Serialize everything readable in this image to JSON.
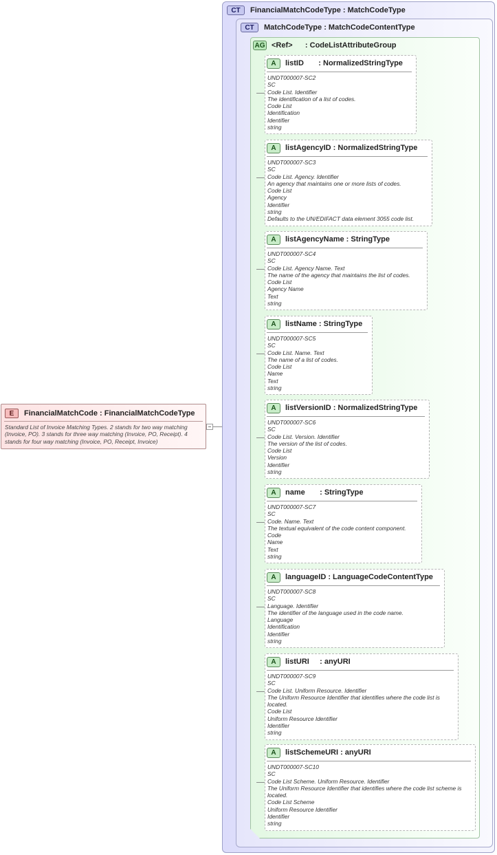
{
  "element": {
    "badge": "E",
    "title": "FinancialMatchCode : FinancialMatchCodeType",
    "doc": "Standard List of Invoice Matching Types. 2 stands for two way matching (Invoice, PO). 3 stands for three way matching (Invoice, PO, Receipt). 4 stands for four way matching (Invoice, PO, Receipt, Invoice)"
  },
  "outer_type": {
    "badge": "CT",
    "title": "FinancialMatchCodeType : MatchCodeType"
  },
  "inner_type": {
    "badge": "CT",
    "title": "MatchCodeType : MatchCodeContentType"
  },
  "attribute_group": {
    "badge": "AG",
    "title": "<Ref>      : CodeListAttributeGroup"
  },
  "attributes": [
    {
      "badge": "A",
      "name": "listID       : NormalizedStringType",
      "doc": [
        "UNDT000007-SC2",
        "SC",
        "Code List. Identifier",
        "The identification of a list of codes.",
        "Code List",
        "Identification",
        "Identifier",
        "string"
      ]
    },
    {
      "badge": "A",
      "name": "listAgencyID : NormalizedStringType",
      "doc": [
        "UNDT000007-SC3",
        "SC",
        "Code List. Agency. Identifier",
        "An agency that maintains one or more lists of codes.",
        "Code List",
        "Agency",
        "Identifier",
        "string",
        "Defaults to the UN/EDIFACT data element 3055 code list."
      ]
    },
    {
      "badge": "A",
      "name": "listAgencyName : StringType",
      "doc": [
        "UNDT000007-SC4",
        "SC",
        "Code List. Agency Name. Text",
        "The name of the agency that maintains the list of codes.",
        "Code List",
        "Agency Name",
        "Text",
        "string"
      ]
    },
    {
      "badge": "A",
      "name": "listName : StringType",
      "doc": [
        "UNDT000007-SC5",
        "SC",
        "Code List. Name. Text",
        "The name of a list of codes.",
        "Code List",
        "Name",
        "Text",
        "string"
      ]
    },
    {
      "badge": "A",
      "name": "listVersionID : NormalizedStringType",
      "doc": [
        "UNDT000007-SC6",
        "SC",
        "Code List. Version. Identifier",
        "The version of the list of codes.",
        "Code List",
        "Version",
        "Identifier",
        "string"
      ]
    },
    {
      "badge": "A",
      "name": "name       : StringType",
      "doc": [
        "UNDT000007-SC7",
        "SC",
        "Code. Name. Text",
        "The textual equivalent of the code content component.",
        "Code",
        "Name",
        "Text",
        "string"
      ]
    },
    {
      "badge": "A",
      "name": "languageID : LanguageCodeContentType",
      "doc": [
        "UNDT000007-SC8",
        "SC",
        "Language. Identifier",
        "The identifier of the language used in the code name.",
        "Language",
        "Identification",
        "Identifier",
        "string"
      ]
    },
    {
      "badge": "A",
      "name": "listURI     : anyURI",
      "doc": [
        "UNDT000007-SC9",
        "SC",
        "Code List. Uniform Resource. Identifier",
        "The Uniform Resource Identifier that identifies where the code list is located.",
        "Code List",
        "Uniform Resource Identifier",
        "Identifier",
        "string"
      ]
    },
    {
      "badge": "A",
      "name": "listSchemeURI : anyURI",
      "doc": [
        "UNDT000007-SC10",
        "SC",
        "Code List Scheme. Uniform Resource. Identifier",
        "The Uniform Resource Identifier that identifies where the code list scheme is located.",
        "Code List Scheme",
        "Uniform Resource Identifier",
        "Identifier",
        "string"
      ]
    }
  ]
}
